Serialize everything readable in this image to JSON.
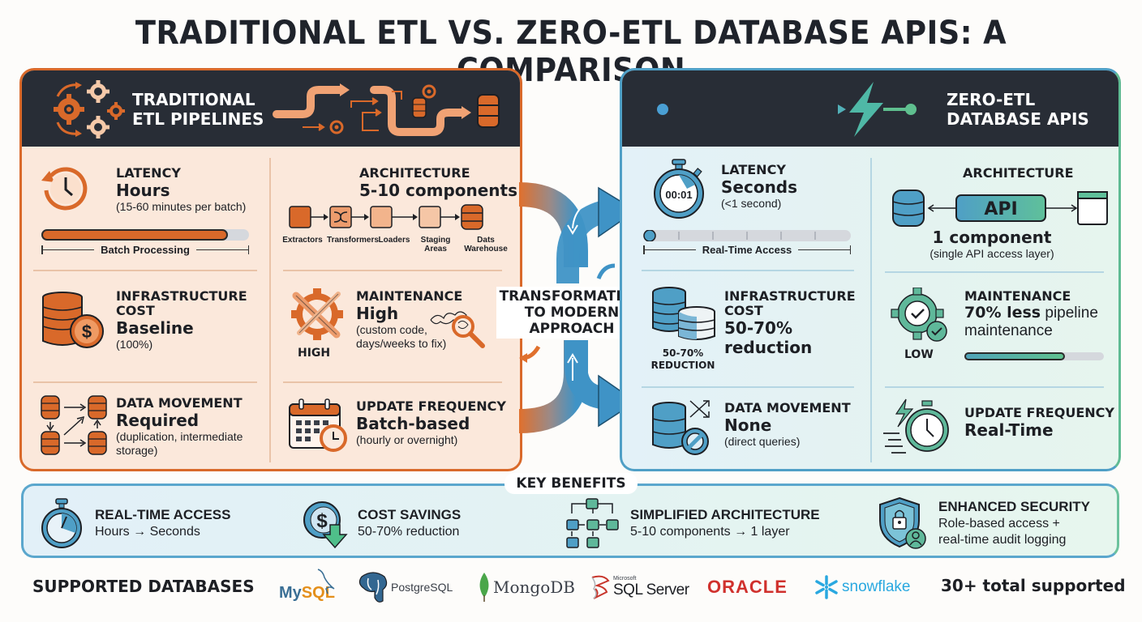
{
  "title": "TRADITIONAL ETL VS. ZERO-ETL DATABASE APIS: A COMPARISON",
  "colors": {
    "traditional_accent": "#d9692a",
    "traditional_bg": "#fbe8db",
    "zero_etl_blue": "#4f9fc6",
    "zero_etl_green": "#5fbb93",
    "header_dark": "#282d36"
  },
  "traditional": {
    "header": "TRADITIONAL ETL PIPELINES",
    "header_line1": "TRADITIONAL",
    "header_line2": "ETL PIPELINES",
    "latency": {
      "label": "LATENCY",
      "value": "Hours",
      "detail": "(15-60 minutes per batch)",
      "bar_fill_percent": 90,
      "bar_label": "Batch Processing"
    },
    "architecture": {
      "label": "ARCHITECTURE",
      "value": "5-10 components",
      "stages": [
        "Extractors",
        "Transformers",
        "Loaders",
        "Staging Areas",
        "Dats Warehouse"
      ]
    },
    "infrastructure_cost": {
      "label_line1": "INFRASTRUCTURE",
      "label_line2": "COST",
      "value": "Baseline",
      "detail": "(100%)"
    },
    "maintenance": {
      "label": "MAINTENANCE",
      "value": "High",
      "detail_line1": "(custom code,",
      "detail_line2": "days/weeks to fix)",
      "icon_caption": "HIGH"
    },
    "data_movement": {
      "label": "DATA MOVEMENT",
      "value": "Required",
      "detail_line1": "(duplication, intermediate",
      "detail_line2": "storage)"
    },
    "update_frequency": {
      "label": "UPDATE FREQUENCY",
      "value": "Batch-based",
      "detail": "(hourly or overnight)"
    }
  },
  "transition": {
    "line1": "TRANSFORMATION",
    "line2": "TO MODERN",
    "line3": "APPROACH"
  },
  "zero_etl": {
    "header_line1": "ZERO-ETL",
    "header_line2": "DATABASE APIS",
    "latency": {
      "label": "LATENCY",
      "value": "Seconds",
      "detail": "(<1 second)",
      "timer_text": "00:01",
      "bar_label": "Real-Time Access"
    },
    "architecture": {
      "label": "ARCHITECTURE",
      "api_label": "API",
      "value": "1 component",
      "detail": "(single API access layer)"
    },
    "infrastructure_cost": {
      "label_line1": "INFRASTRUCTURE",
      "label_line2": "COST",
      "value_line1": "50-70%",
      "value_line2": "reduction",
      "icon_caption_line1": "50-70%",
      "icon_caption_line2": "REDUCTION"
    },
    "maintenance": {
      "label": "MAINTENANCE",
      "value_bold": "70% less",
      "value_rest": " pipeline",
      "value_line2": "maintenance",
      "icon_caption": "LOW",
      "bar_fill_percent": 72
    },
    "data_movement": {
      "label": "DATA MOVEMENT",
      "value": "None",
      "detail": "(direct queries)"
    },
    "update_frequency": {
      "label": "UPDATE FREQUENCY",
      "value": "Real-Time"
    }
  },
  "benefits": {
    "title": "KEY BENEFITS",
    "items": [
      {
        "title": "REAL-TIME ACCESS",
        "desc": "Hours → Seconds",
        "icon": "stopwatch-icon"
      },
      {
        "title": "COST SAVINGS",
        "desc": "50-70% reduction",
        "icon": "dollar-down-icon"
      },
      {
        "title": "SIMPLIFIED ARCHITECTURE",
        "desc": "5-10 components → 1 layer",
        "icon": "flowchart-icon"
      },
      {
        "title": "ENHANCED SECURITY",
        "desc_line1": "Role-based access +",
        "desc_line2": "real-time audit logging",
        "icon": "shield-lock-icon"
      }
    ]
  },
  "databases": {
    "title": "SUPPORTED DATABASES",
    "logos": [
      {
        "name": "MySQL",
        "part1": "My",
        "part2": "SQL"
      },
      {
        "name": "PostgreSQL"
      },
      {
        "name": "MongoDB"
      },
      {
        "name": "SQL Server",
        "prefix": "Microsoft"
      },
      {
        "name": "ORACLE"
      },
      {
        "name": "snowflake"
      }
    ],
    "total": "30+ total supported"
  }
}
